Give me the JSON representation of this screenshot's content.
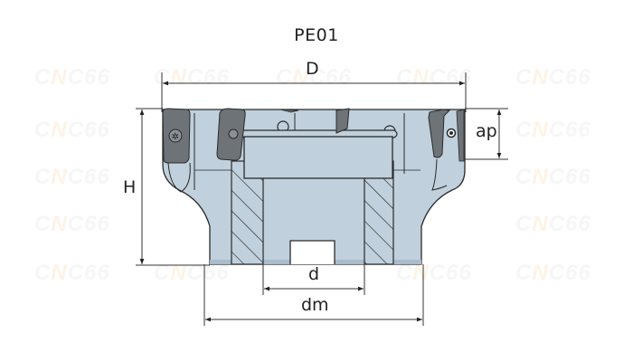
{
  "title": "PE01",
  "watermark": {
    "text_a": "C",
    "text_n": "N",
    "text_b": "C66"
  },
  "dimensions": {
    "D": "D",
    "ap": "ap",
    "H": "H",
    "d": "d",
    "dm": "dm"
  },
  "colors": {
    "body": "#c0d0dc",
    "insert": "#6e7378",
    "line": "#2a2a2a",
    "dim_line": "#333333"
  }
}
